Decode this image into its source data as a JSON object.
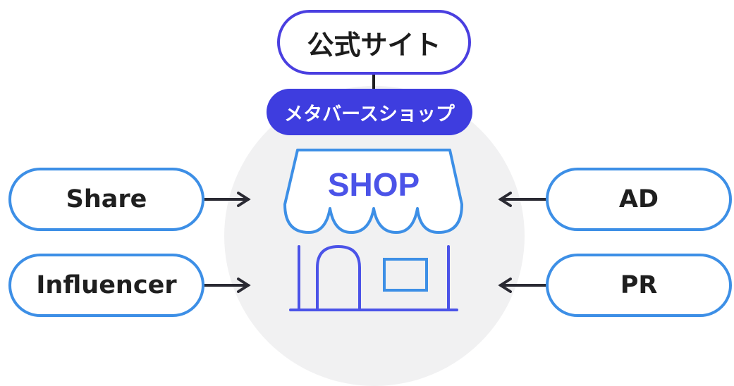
{
  "top_label": "公式サイト",
  "metaverse_label": "メタバースショップ",
  "shop_sign": "SHOP",
  "left_inputs": [
    "Share",
    "Influencer"
  ],
  "right_inputs": [
    "AD",
    "PR"
  ],
  "colors": {
    "primary_blue": "#3e3ddf",
    "outline_blue": "#3d8fe6",
    "shop_blue": "#4b53e8",
    "background_circle": "#f1f1f2"
  }
}
